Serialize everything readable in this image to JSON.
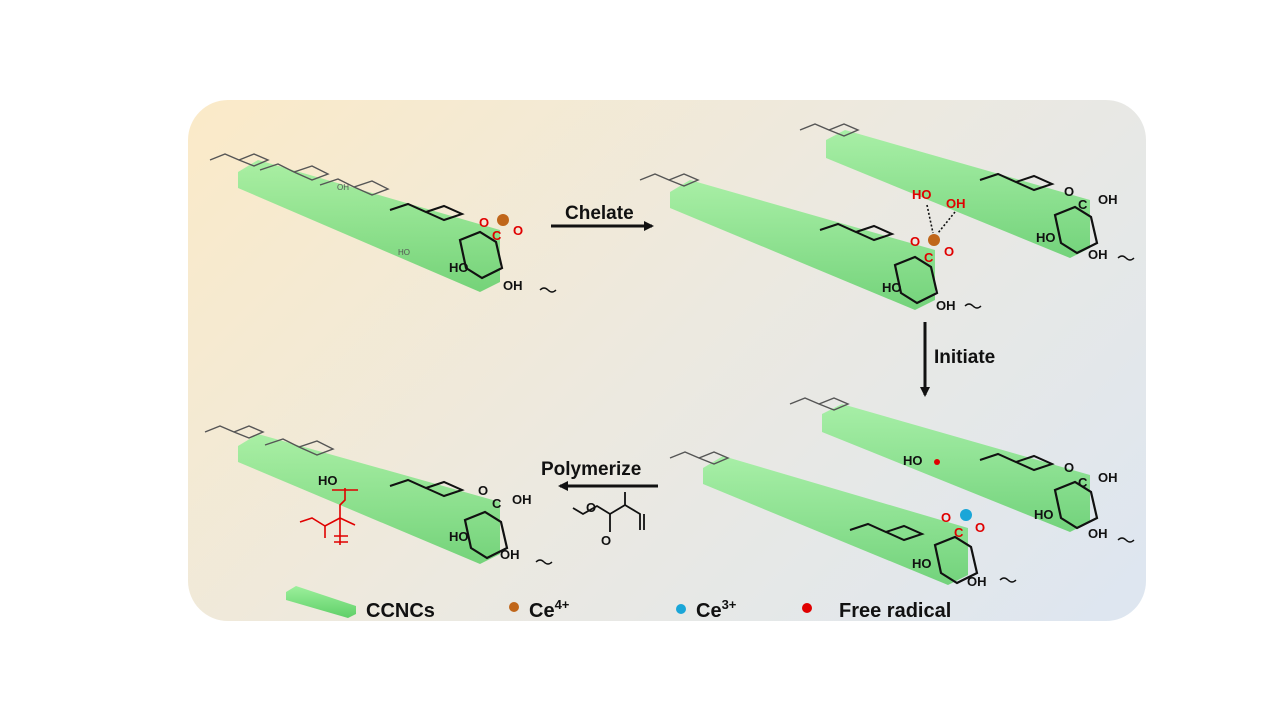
{
  "steps": {
    "chelate": "Chelate",
    "initiate": "Initiate",
    "polymerize": "Polymerize"
  },
  "legend": {
    "ccncs": "CCNCs",
    "ce4": "Ce",
    "ce4_charge": "4+",
    "ce3": "Ce",
    "ce3_charge": "3+",
    "free_radical": "Free radical"
  },
  "atoms": {
    "O": "O",
    "C": "C",
    "OH": "OH",
    "HO": "HO"
  },
  "colors": {
    "rod": "#7ee07e",
    "ce4": "#c0661a",
    "ce3": "#1aa6d8",
    "radical": "#e00000",
    "highlight": "#e00000",
    "panel_start": "#fbeac8",
    "panel_end": "#dde6f1"
  }
}
